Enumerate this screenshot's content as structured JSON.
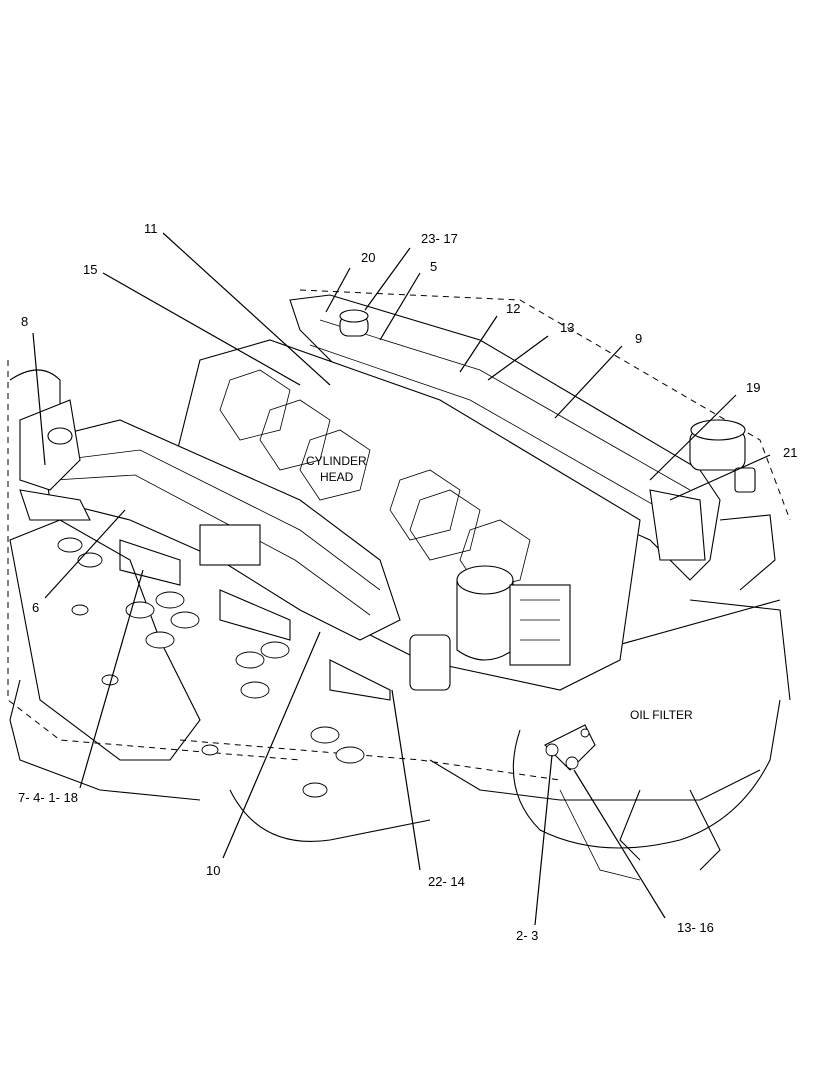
{
  "diagram": {
    "inline_labels": {
      "cylinder_head_line1": "CYLINDER",
      "cylinder_head_line2": "HEAD",
      "oil_filter": "OIL FILTER"
    },
    "callouts": [
      {
        "id": "c11",
        "text": "11"
      },
      {
        "id": "c15",
        "text": "15"
      },
      {
        "id": "c8",
        "text": "8"
      },
      {
        "id": "c20",
        "text": "20"
      },
      {
        "id": "c23_17",
        "text": "23- 17"
      },
      {
        "id": "c5",
        "text": "5"
      },
      {
        "id": "c12",
        "text": "12"
      },
      {
        "id": "c13",
        "text": "13"
      },
      {
        "id": "c9",
        "text": "9"
      },
      {
        "id": "c19",
        "text": "19"
      },
      {
        "id": "c21",
        "text": "21"
      },
      {
        "id": "c6",
        "text": "6"
      },
      {
        "id": "c7_4_1_18",
        "text": "7- 4- 1- 18"
      },
      {
        "id": "c10",
        "text": "10"
      },
      {
        "id": "c22_14",
        "text": "22- 14"
      },
      {
        "id": "c2_3",
        "text": "2- 3"
      },
      {
        "id": "c13_16",
        "text": "13- 16"
      }
    ]
  }
}
